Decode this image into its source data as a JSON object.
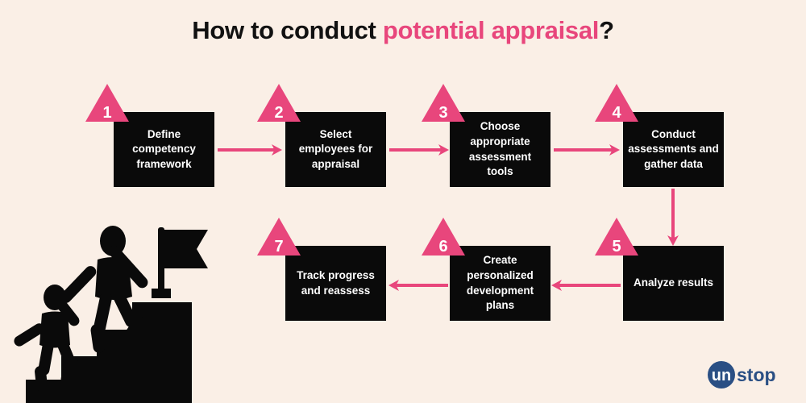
{
  "page": {
    "background_color": "#faefe6",
    "accent_color": "#e8467c",
    "box_color": "#0a0a0a",
    "box_text_color": "#ffffff"
  },
  "title": {
    "prefix": "How to conduct ",
    "highlight": "potential appraisal",
    "suffix": "?"
  },
  "flow": {
    "steps": [
      {
        "number": "1",
        "label": "Define competency framework"
      },
      {
        "number": "2",
        "label": "Select employees for appraisal"
      },
      {
        "number": "3",
        "label": "Choose appropriate assessment tools"
      },
      {
        "number": "4",
        "label": "Conduct assessments and gather data"
      },
      {
        "number": "5",
        "label": "Analyze results"
      },
      {
        "number": "6",
        "label": "Create personalized development plans"
      },
      {
        "number": "7",
        "label": "Track progress and reassess"
      }
    ]
  },
  "illustration": {
    "name": "people-climbing-stairs-to-flag",
    "color": "#0a0a0a"
  },
  "logo": {
    "text_mark": "un",
    "text_rest": "stop",
    "full_name": "unstop",
    "color": "#2a4f84"
  }
}
